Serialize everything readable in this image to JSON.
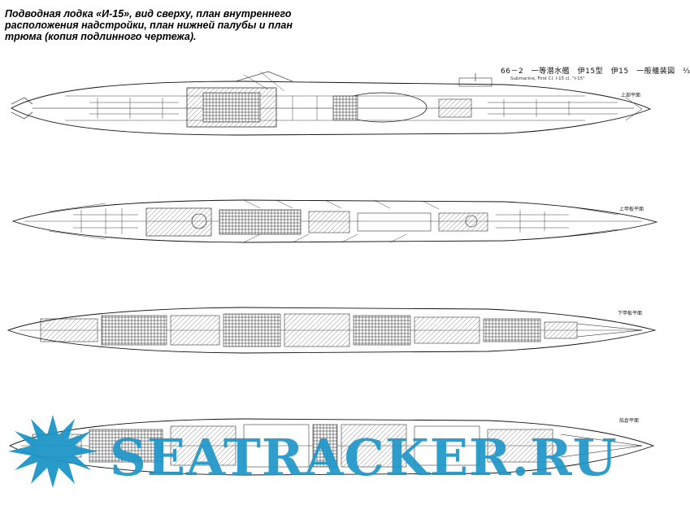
{
  "caption": {
    "line1": "Подводная лодка «И-15», вид сверху, план внутреннего",
    "line2": "расположения надстройки, план нижней палубы и план",
    "line3": "трюма (копия подлинного чертежа)."
  },
  "drawing_title": {
    "japanese": "66－2　一等潜水艦　伊15型　伊15　一般艤装図　⅔",
    "english": "Submarine, First Cl. I-15 cl.  \"I-15\""
  },
  "plan_labels": [
    "上部平面",
    "上甲板平面",
    "下甲板平面",
    "船倉平面"
  ],
  "watermark": {
    "text": "SEATRACKER.RU",
    "color": "#1e96c8"
  }
}
